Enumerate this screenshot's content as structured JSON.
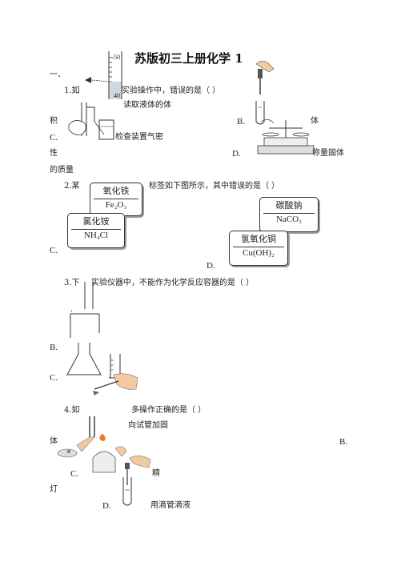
{
  "title": "苏版初三上册化学 1",
  "section_mark": "一、",
  "q1": {
    "stem_a": "1.如",
    "stem_b": "实验操作中，错误的是（    ）",
    "a_part1": "读取液体的体",
    "a_part2": "积",
    "b_label": "B.",
    "b_tail": "体",
    "c_label": "C.",
    "c_part1": "检查装置气密",
    "c_part2": "性",
    "d_label": "D.",
    "d_part1": "称量固体",
    "d_part2": "的质量",
    "cylinder_top": "50",
    "cylinder_mark": "40"
  },
  "q2": {
    "stem_a": "2.某",
    "stem_b": "标签如下图所示，其中错误的是（        ）",
    "box_a_top": "氧化铁",
    "box_a_bot": "Fe₂O₃",
    "box_b_top": "碳酸钠",
    "box_b_bot": "NaCO₃",
    "box_c_top": "氯化铵",
    "box_c_bot": "NH₄Cl",
    "box_d_top": "氢氧化铜",
    "box_d_bot": "Cu(OH)₂",
    "c_label": "C.",
    "d_label": "D."
  },
  "q3": {
    "stem_a": "3.下",
    "stem_b": "实验仪器中，不能作为化学反应容器的是（        ）",
    "a_dot": ".",
    "b_label": "B.",
    "c_label": "C."
  },
  "q4": {
    "stem_a": "4.如",
    "stem_b": "多操作正确的是（         ）",
    "a_part1": "向试管加固",
    "a_part2": "体",
    "b_label": "B.",
    "c_label": "C.",
    "c_part1": "精",
    "c_part2": "灯",
    "d_label": "D.",
    "d_text": "用滴管滴液"
  }
}
